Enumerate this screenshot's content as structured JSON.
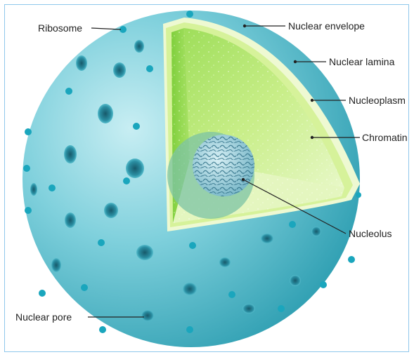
{
  "labels": {
    "ribosome": "Ribosome",
    "nuclear_envelope": "Nuclear envelope",
    "nuclear_lamina": "Nuclear lamina",
    "nucleoplasm": "Nucleoplasm",
    "chromatin": "Chromatin",
    "nucleolus": "Nucleolus",
    "nuclear_pore": "Nuclear pore"
  },
  "colors": {
    "sphere_light": "#bfeaf0",
    "sphere_mid": "#6cc9d8",
    "sphere_dark": "#2a9fb3",
    "pore": "#1f6f80",
    "ribosome": "#1aa6bd",
    "nucleoplasm": "#c9ef86",
    "envelope_edge": "#e9f7c8",
    "nucleolus": "#8ec4d4",
    "frame": "#8fc7ec"
  }
}
